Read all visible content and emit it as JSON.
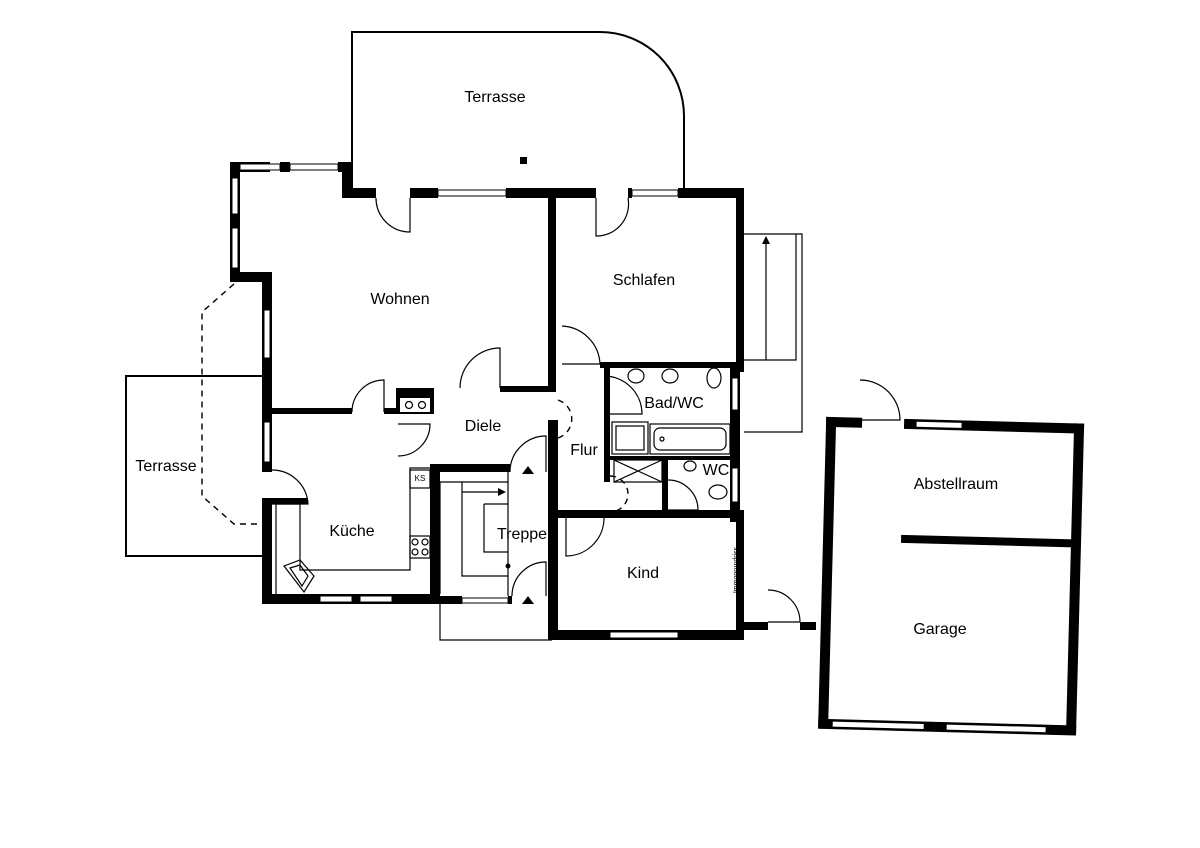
{
  "plan": {
    "rooms": {
      "terrasse_top": "Terrasse",
      "wohnen": "Wohnen",
      "schlafen": "Schlafen",
      "bad_wc": "Bad/WC",
      "diele": "Diele",
      "flur": "Flur",
      "wc": "WC",
      "terrasse_left": "Terrasse",
      "kueche": "Küche",
      "treppe": "Treppe",
      "kind": "Kind",
      "abstellraum": "Abstellraum",
      "garage": "Garage"
    },
    "fixture_labels": {
      "ks": "KS"
    },
    "watermark": "Immogrundriss"
  }
}
